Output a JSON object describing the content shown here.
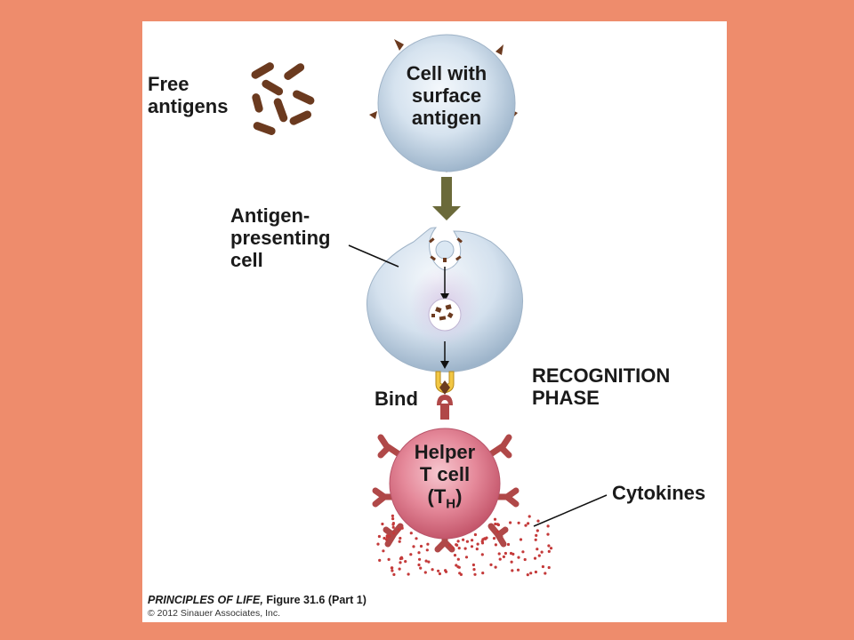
{
  "labels": {
    "free_antigens_line1": "Free",
    "free_antigens_line2": "antigens",
    "cell_surface_line1": "Cell with",
    "cell_surface_line2": "surface",
    "cell_surface_line3": "antigen",
    "apc_line1": "Antigen-",
    "apc_line2": "presenting",
    "apc_line3": "cell",
    "bind": "Bind",
    "phase_line1": "RECOGNITION",
    "phase_line2": "PHASE",
    "helper_line1": "Helper",
    "helper_line2": "T cell",
    "helper_line3_main": "(T",
    "helper_line3_sub": "H",
    "helper_line3_end": ")",
    "cytokines": "Cytokines"
  },
  "credit": {
    "book_title": "PRINCIPLES OF LIFE,",
    "figure": " Figure 31.6 (Part 1)",
    "copyright": "© 2012 Sinauer Associates, Inc."
  },
  "colors": {
    "background": "#ee8c6c",
    "panel": "#ffffff",
    "antigen": "#6b3a1f",
    "cell_blue": "#c9d9ea",
    "helper_pink": "#e07a8c",
    "receptor": "#b04848",
    "arrow": "#6b6a3a",
    "bind_yellow": "#f2c744",
    "cytokine_dot": "#c43a3a"
  }
}
